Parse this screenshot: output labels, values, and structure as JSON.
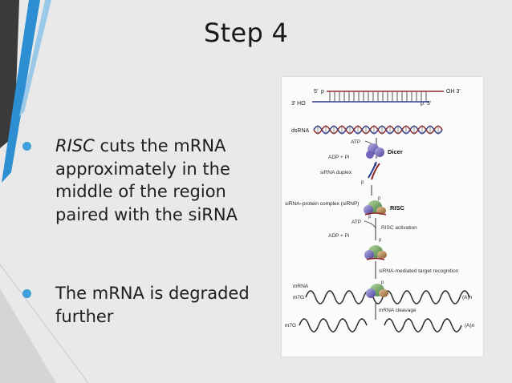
{
  "slide": {
    "title": "Step 4",
    "bullets": [
      {
        "em": "RISC",
        "text": " cuts the mRNA approximately in the middle of the region paired with the siRNA"
      },
      {
        "em": "",
        "text": "The mRNA is degraded further"
      }
    ]
  },
  "figure": {
    "top_5": "5'",
    "top_p": "p",
    "top_oh3": "OH  3'",
    "bot_3ho": "3'  HO",
    "bot_p": "p",
    "bot_5": "5'",
    "dsrna": "dsRNA",
    "atp1": "ATP",
    "adp1": "ADP + Pi",
    "dicer": "Dicer",
    "sirna_duplex": "siRNA duplex",
    "p1": "p",
    "p2": "p",
    "sirnp": "siRNA–protein complex (siRNP)",
    "p3": "p",
    "risc": "RISC",
    "atp2": "ATP",
    "p4": "p",
    "risc_activation": "RISC activation",
    "adp2": "ADP + Pi",
    "p5": "p",
    "target_recognition": "siRNA-mediated target recognition",
    "mrna": "mRNA",
    "p6": "p",
    "m7g1": "m7G",
    "polya1": "(A)n",
    "mrna_cleavage": "mRNA cleavage",
    "m7g2": "m7G",
    "polya2": "(A)n"
  },
  "colors": {
    "accent_dark": "#4a4a4a",
    "accent_blue": "#2f8fcf",
    "bullet": "#3ea0d8"
  }
}
